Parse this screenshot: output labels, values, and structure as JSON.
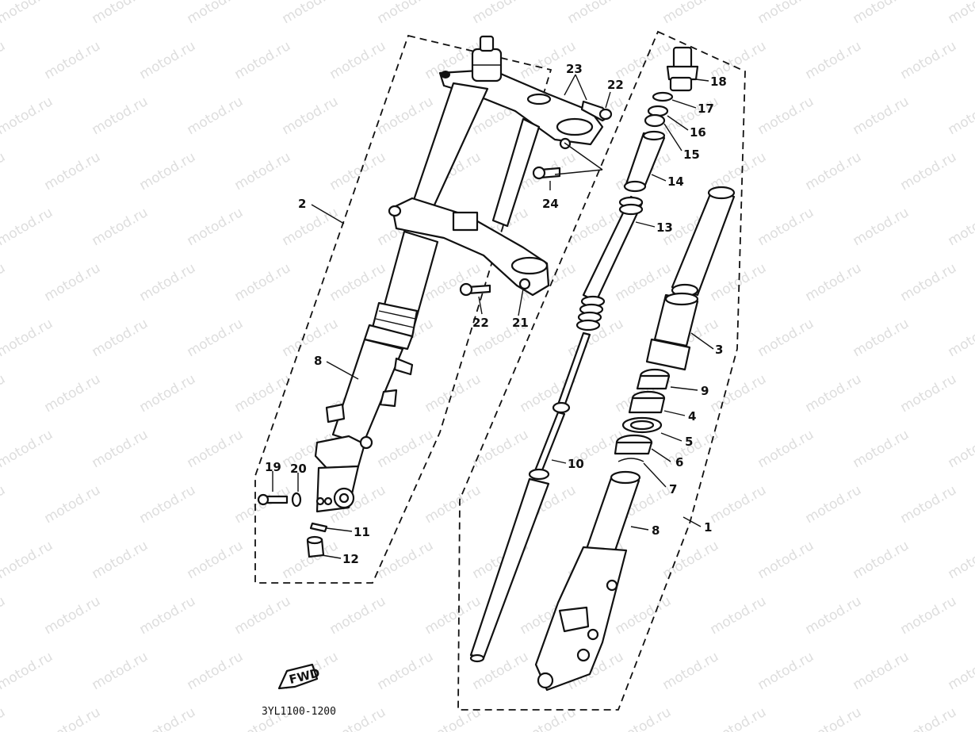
{
  "diagram": {
    "drawing_code": "3YL1100-1200",
    "fwd_label": "FWD",
    "watermark": "motod.ru",
    "callouts": {
      "c1": "1",
      "c2": "2",
      "c3": "3",
      "c4": "4",
      "c5": "5",
      "c6": "6",
      "c7": "7",
      "c8a": "8",
      "c8b": "8",
      "c9": "9",
      "c10": "10",
      "c11": "11",
      "c12": "12",
      "c13": "13",
      "c14": "14",
      "c15": "15",
      "c16": "16",
      "c17": "17",
      "c18": "18",
      "c19": "19",
      "c20": "20",
      "c21": "21",
      "c22a": "22",
      "c22b": "22",
      "c23": "23",
      "c24": "24"
    }
  }
}
